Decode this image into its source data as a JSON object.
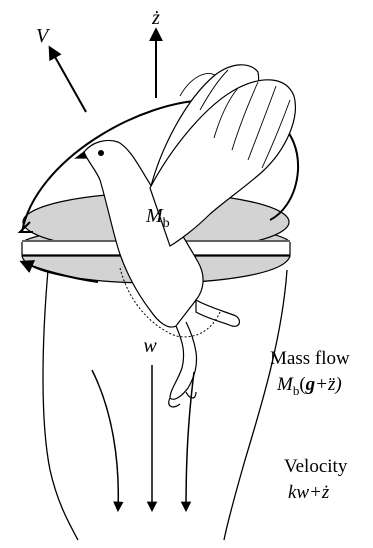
{
  "labels": {
    "z_dot": "ż",
    "velocity_v": "V",
    "body_mass": "M",
    "body_mass_sub": "b",
    "induced_velocity": "w",
    "mass_flow_title": "Mass flow",
    "mass_flow_prefix": "M",
    "mass_flow_sub": "b",
    "mass_flow_g": "g",
    "mass_flow_rest": "+z̈)",
    "mass_flow_open": "(",
    "velocity_title": "Velocity",
    "velocity_expr_italic": "kw",
    "velocity_expr_rest": "+ż"
  },
  "colors": {
    "disc_fill": "#d3d3d3",
    "ink": "#000000"
  },
  "icons": [
    "bird-icon",
    "arrow-icon"
  ]
}
